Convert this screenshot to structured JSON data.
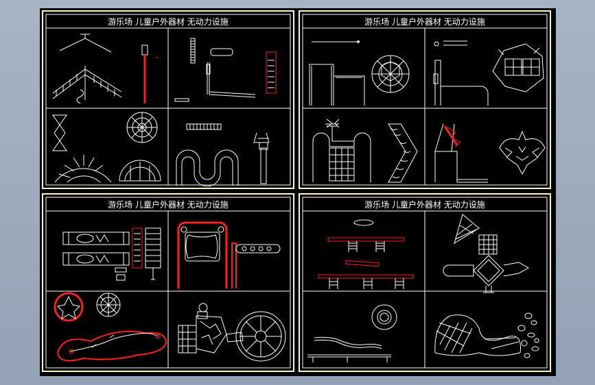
{
  "drawing": {
    "panel_titles": [
      "游乐场   儿童户外器材  无动力设施",
      "游乐场   儿童户外器材  无动力设施",
      "游乐场   儿童户外器材  无动力设施",
      "游乐场   儿童户外器材  无动力设施"
    ],
    "colors": {
      "frame": "#fffbc8",
      "line": "#ffffff",
      "red": "#ff2020",
      "background": "#000000",
      "viewport": "#9faebf"
    },
    "icons": [
      "playground-equipment-drawing"
    ]
  }
}
